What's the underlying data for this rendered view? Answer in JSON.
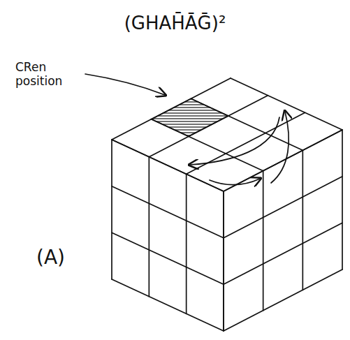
{
  "diagram": {
    "title": "(GHAH̄ĀḠ)²",
    "labels": [
      "CRen position",
      "(A)"
    ]
  }
}
